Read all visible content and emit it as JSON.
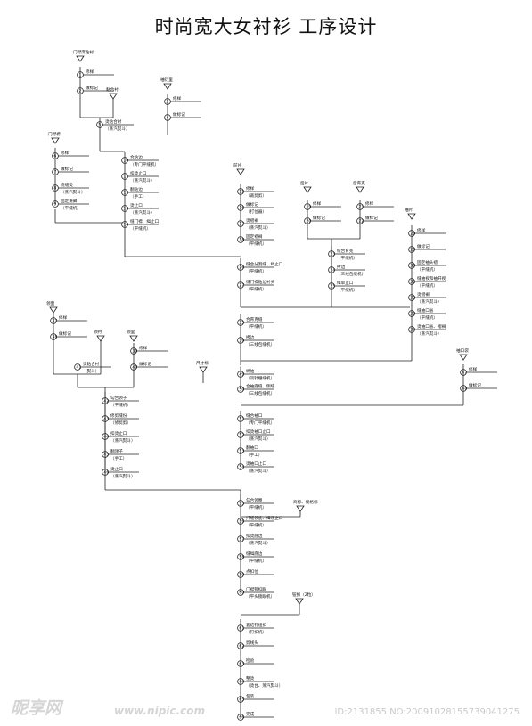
{
  "title": "时尚宽大女衬衫 工序设计",
  "footer": {
    "logo": "昵享网",
    "url": "www.nipic.com",
    "id": "ID:2131855 NO:20091028155739041275"
  },
  "icons": {
    "part": "triangle-icon",
    "op": "circle-node-icon"
  },
  "diagram": {
    "parts": [
      {
        "id": "door_left",
        "label": "门襟席粘衬"
      },
      {
        "id": "door_bond",
        "label": "粘合衬"
      },
      {
        "id": "cuff_sleeve",
        "label": "袖衍里"
      },
      {
        "id": "door",
        "label": "门襟襟"
      },
      {
        "id": "front",
        "label": "前片"
      },
      {
        "id": "back",
        "label": "后片"
      },
      {
        "id": "yoke",
        "label": "后育克"
      },
      {
        "id": "sleeve",
        "label": "袖片"
      },
      {
        "id": "collar",
        "label": "领面"
      },
      {
        "id": "collar_lining",
        "label": "领衬"
      },
      {
        "id": "collar_under",
        "label": "领里"
      },
      {
        "id": "size_label",
        "label": "尺寸标"
      },
      {
        "id": "cuff",
        "label": "袖口袋"
      },
      {
        "id": "washcare",
        "label": "商标、规格标"
      },
      {
        "id": "button",
        "label": "钮扣（2粒）"
      }
    ],
    "ops": [
      {
        "id": "o1",
        "label": "修样"
      },
      {
        "id": "o2",
        "label": "做标记"
      },
      {
        "id": "o3",
        "label": "修样"
      },
      {
        "id": "o4",
        "label": "做标记"
      },
      {
        "id": "o5",
        "label": "烫粘合衬",
        "sub": "（蒸汽熨斗）"
      },
      {
        "id": "o6",
        "label": "修样"
      },
      {
        "id": "o7",
        "label": "做标记"
      },
      {
        "id": "o8",
        "label": "绕缝烫",
        "sub": "（蒸汽熨斗）"
      },
      {
        "id": "o9",
        "label": "固定滑脚",
        "sub": "（平缝机）"
      },
      {
        "id": "o10",
        "label": "合粘边",
        "sub": "（专门平缝机）"
      },
      {
        "id": "o11",
        "label": "扣烫止口",
        "sub": "（蒸汽熨斗）"
      },
      {
        "id": "o12",
        "label": "翻贴边",
        "sub": "（手工）"
      },
      {
        "id": "o13",
        "label": "烫止口",
        "sub": "（蒸汽熨斗）"
      },
      {
        "id": "o14",
        "label": "缝门襟、缉止口",
        "sub": "（平缝机）"
      },
      {
        "id": "o15",
        "label": "修样",
        "sub": "（裁剪剪）"
      },
      {
        "id": "o16",
        "label": "做标记",
        "sub": "（打位器）"
      },
      {
        "id": "o17",
        "label": "烫褶裥",
        "sub": "（蒸汽熨斗）"
      },
      {
        "id": "o18",
        "label": "固定褶裥",
        "sub": "（平缝机）"
      },
      {
        "id": "o19",
        "label": "修样"
      },
      {
        "id": "o20",
        "label": "做标记"
      },
      {
        "id": "o21",
        "label": "修样"
      },
      {
        "id": "o22",
        "label": "做标记"
      },
      {
        "id": "o23",
        "label": "缝合育克",
        "sub": "（平缝机）"
      },
      {
        "id": "o24",
        "label": "拷边",
        "sub": "（三线包缝机）"
      },
      {
        "id": "o25",
        "label": "缉单止口",
        "sub": "（平缝机）"
      },
      {
        "id": "o26",
        "label": "缝合分割缝、缉止口",
        "sub": "（平缝机）"
      },
      {
        "id": "o27",
        "label": "缝门襟贴边衬头",
        "sub": "（平缝机）"
      },
      {
        "id": "o28",
        "label": "修样"
      },
      {
        "id": "o29",
        "label": "做标记"
      },
      {
        "id": "o30",
        "label": "固定袖头褶",
        "sub": "（平缝机）"
      },
      {
        "id": "o31",
        "label": "缝袖衩和袖开衩",
        "sub": "（平缝机）"
      },
      {
        "id": "o32",
        "label": "烫褶裥",
        "sub": "（蒸汽熨斗）"
      },
      {
        "id": "o33",
        "label": "缝袖口省",
        "sub": "（平缝机）"
      },
      {
        "id": "o34",
        "label": "烫袖口省、褶裥",
        "sub": "（蒸汽熨斗）"
      },
      {
        "id": "o35",
        "label": "合育克缝",
        "sub": "（平缝机）"
      },
      {
        "id": "o36",
        "label": "拷边",
        "sub": "（三线包缝机）"
      },
      {
        "id": "o37",
        "label": "修样"
      },
      {
        "id": "o38",
        "label": "做标记"
      },
      {
        "id": "o39",
        "label": "修样"
      },
      {
        "id": "o40",
        "label": "做标记"
      },
      {
        "id": "o41",
        "label": "烫粘合衬",
        "sub": "（熨斗）"
      },
      {
        "id": "o42",
        "label": "勾合领子",
        "sub": "（平缝机）"
      },
      {
        "id": "o43",
        "label": "修剪缝份",
        "sub": "（修剪剪）"
      },
      {
        "id": "o44",
        "label": "扣烫止口",
        "sub": "（蒸汽熨斗）"
      },
      {
        "id": "o45",
        "label": "翻领子",
        "sub": "（手工）"
      },
      {
        "id": "o46",
        "label": "烫止口",
        "sub": "（蒸汽熨斗）"
      },
      {
        "id": "o47",
        "label": "修样"
      },
      {
        "id": "o48",
        "label": "做标记"
      },
      {
        "id": "o49",
        "label": "绱袖",
        "sub": "（双针绷缝机）"
      },
      {
        "id": "o50",
        "label": "合袖底缝、侧缝",
        "sub": "（三线包缝机）"
      },
      {
        "id": "o51",
        "label": "缝合袖口",
        "sub": "（专门平缝机）"
      },
      {
        "id": "o52",
        "label": "扣烫袖口止口",
        "sub": "（蒸汽熨斗）"
      },
      {
        "id": "o53",
        "label": "翻袖口",
        "sub": "（手工）"
      },
      {
        "id": "o54",
        "label": "烫袖口止口",
        "sub": "（蒸汽熨斗）"
      },
      {
        "id": "o55",
        "label": "勾合领圈",
        "sub": "（平缝机）"
      },
      {
        "id": "o56",
        "label": "扦缝领底、缉领止口",
        "sub": "（平缝机）"
      },
      {
        "id": "o57",
        "label": "扣烫底边",
        "sub": "（蒸汽熨斗）"
      },
      {
        "id": "o58",
        "label": "缝缉底边",
        "sub": "（平缝机）"
      },
      {
        "id": "o59",
        "label": "点扣位"
      },
      {
        "id": "o60",
        "label": "门襟锁扣眼",
        "sub": "（平头锁眼机）"
      },
      {
        "id": "o61",
        "label": "套结钉纽扣",
        "sub": "（钉扣机）"
      },
      {
        "id": "o62",
        "label": "剪线头"
      },
      {
        "id": "o63",
        "label": "检验"
      },
      {
        "id": "o64",
        "label": "整烫",
        "sub": "（烫台、蒸汽熨斗）"
      },
      {
        "id": "o65",
        "label": "包装"
      },
      {
        "id": "o66",
        "label": "完成"
      }
    ]
  }
}
